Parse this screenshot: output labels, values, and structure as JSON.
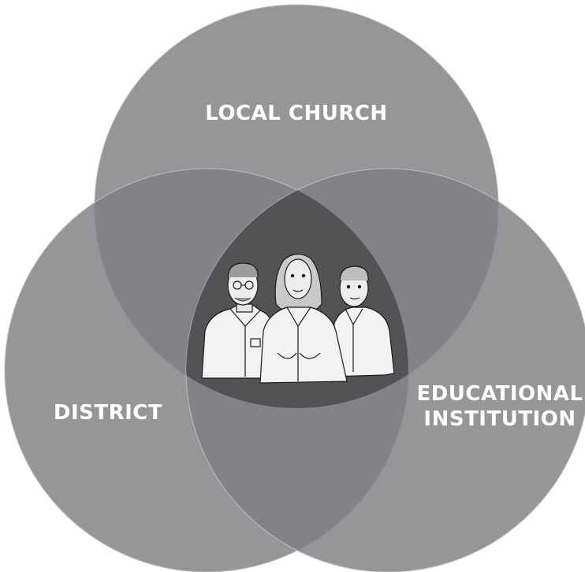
{
  "circles": [
    {
      "id": "local-church",
      "label_lines": [
        "LOCAL CHURCH"
      ]
    },
    {
      "id": "district",
      "label_lines": [
        "DISTRICT"
      ]
    },
    {
      "id": "educational-institution",
      "label_lines": [
        "EDUCATIONAL",
        "INSTITUTION"
      ]
    }
  ],
  "colors": {
    "background": "#ffffff",
    "circle_fill": "#7f7f82",
    "circle_opacity": 0.82,
    "center_fill": "#3b3b3e",
    "stroke": "#bdbdbf",
    "label": "#ffffff"
  },
  "center_illustration": {
    "description_icon": "three-people-icon",
    "people": [
      "man-with-glasses",
      "woman-long-hair",
      "young-man"
    ]
  }
}
